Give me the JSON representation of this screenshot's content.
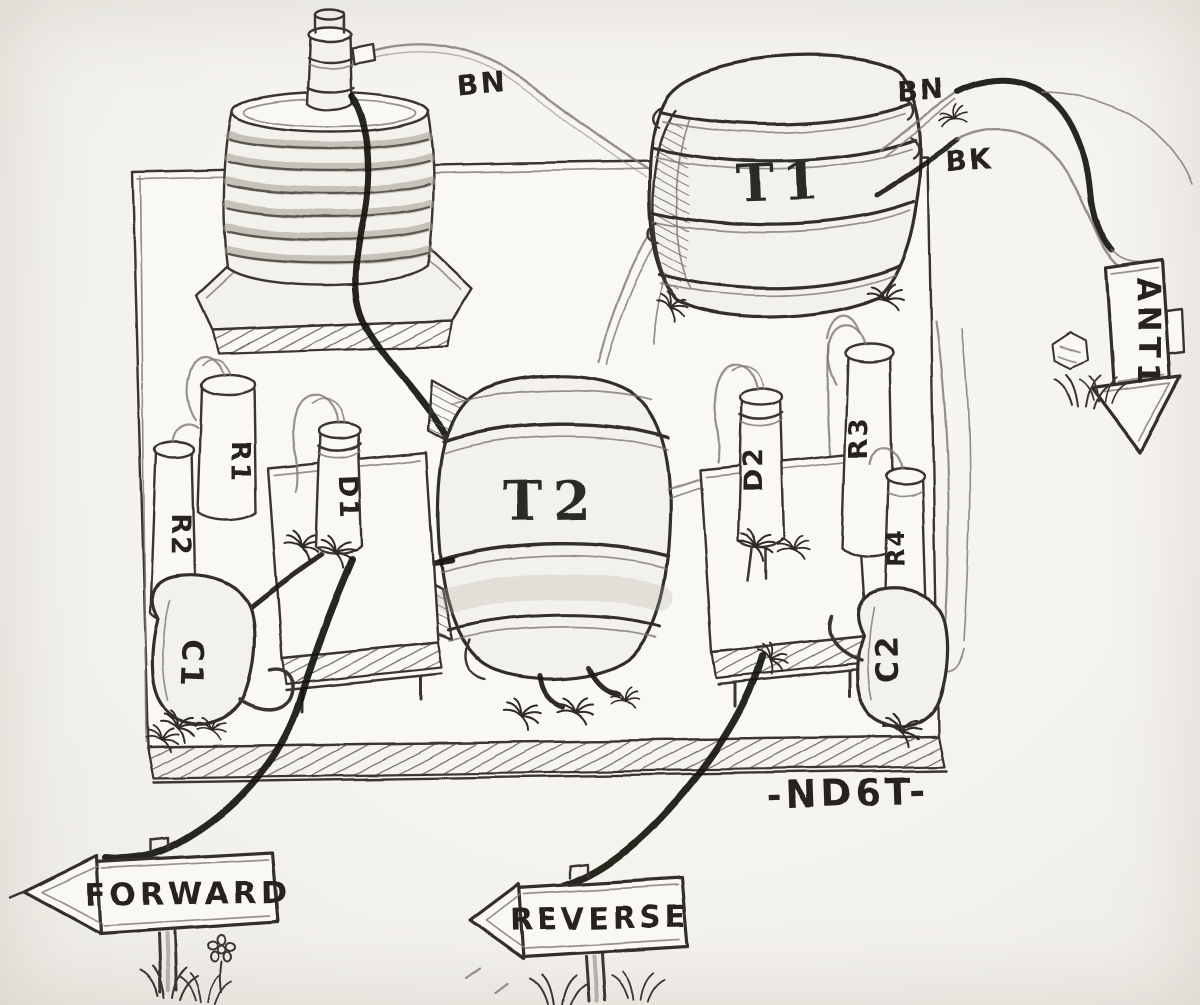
{
  "artwork": {
    "signature": "-ND6T-"
  },
  "components": {
    "t1": "T1",
    "t2": "T2",
    "r1": "R1",
    "r2": "R2",
    "r3": "R3",
    "r4": "R4",
    "d1": "D1",
    "d2": "D2",
    "c1": "C1",
    "c2": "C2"
  },
  "wires": {
    "bn_left": "BN",
    "bn_right": "BN",
    "bk": "BK"
  },
  "signs": {
    "antenna": "ANT1",
    "forward": "FORWARD",
    "reverse": "REVERSE"
  },
  "colors": {
    "pencil": "#3a3633",
    "heavy_ink": "#17140f",
    "paper": "#f6f5f1"
  }
}
